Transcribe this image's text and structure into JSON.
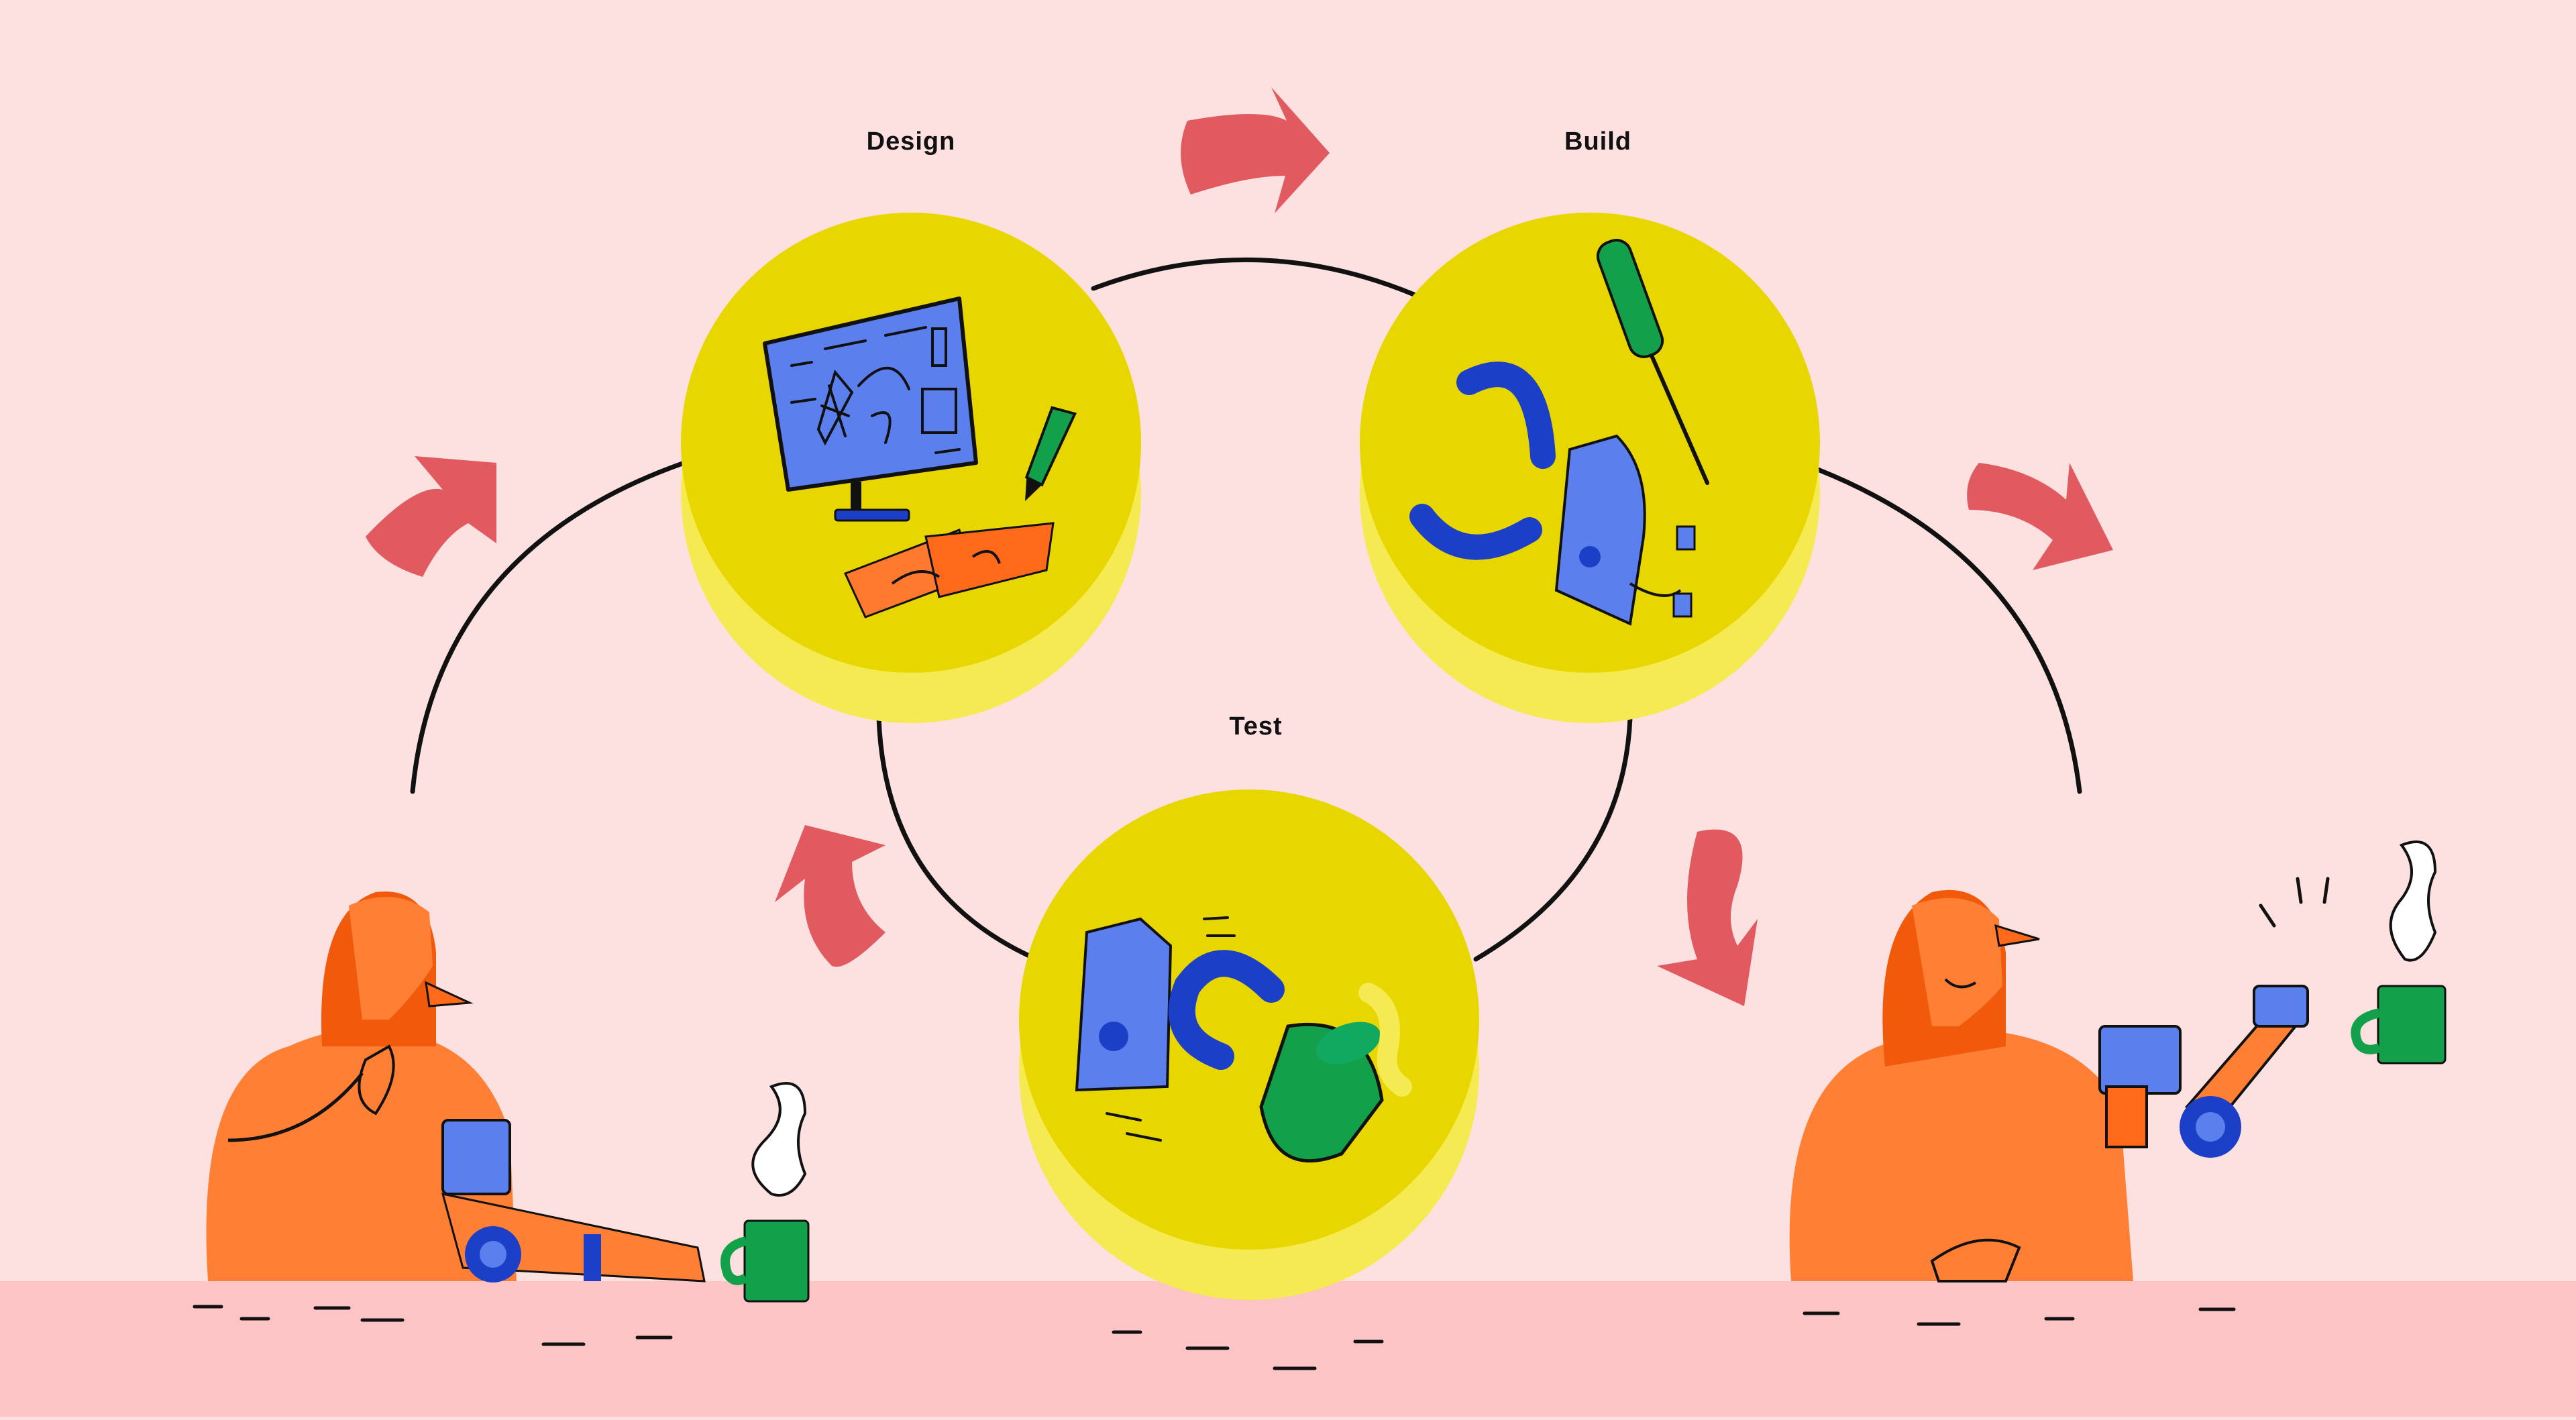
{
  "diagram": {
    "stages": [
      {
        "id": "design",
        "label": "Design",
        "icon": "monitor-blueprint-icon"
      },
      {
        "id": "build",
        "label": "Build",
        "icon": "robot-arm-parts-icon"
      },
      {
        "id": "test",
        "label": "Test",
        "icon": "robot-arm-holding-mug-icon"
      }
    ],
    "flow": "design → build → test → design",
    "colors": {
      "background": "#fde0e0",
      "table": "#fcc4c4",
      "disc": "#e8d600",
      "disc_rim": "#f6ea52",
      "arrow": "#e05a60",
      "person": "#ff8034",
      "person_shadow": "#f05a0a",
      "robot_blue": "#5b80ee",
      "robot_dark_blue": "#1b3fc7",
      "mug_green": "#12a14a",
      "line": "#111111"
    }
  }
}
